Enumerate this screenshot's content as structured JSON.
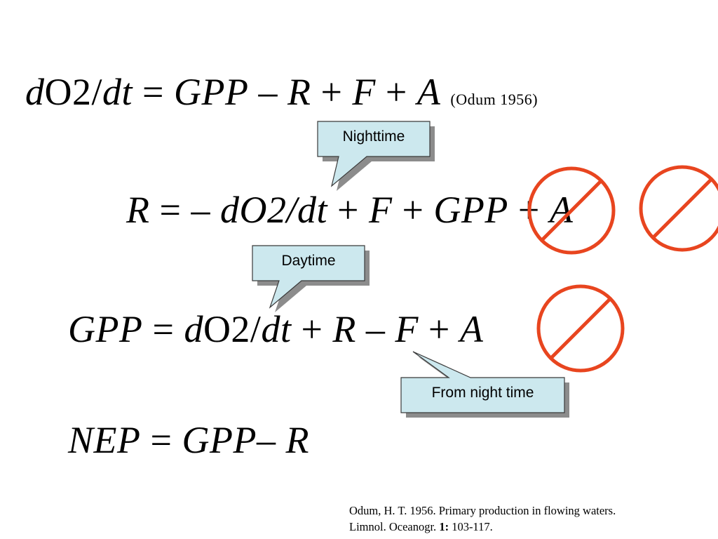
{
  "equations": {
    "eq1": {
      "d": "d",
      "o2": "O2/",
      "dt": "dt",
      "eq": " = ",
      "gpp": "GPP",
      "op1": " – ",
      "r": "R",
      "op2": " + ",
      "f": "F",
      "op3": " + ",
      "a": "A",
      "citation": "(Odum 1956)"
    },
    "eq2": {
      "r": "R",
      "eq": " = ",
      "op0": "– ",
      "do2dt": "dO2/dt",
      "op1": " + ",
      "f": "F",
      "op2": " + ",
      "gpp": "GPP",
      "op3": " + ",
      "a": "A"
    },
    "eq3": {
      "gpp": "GPP",
      "eq": " = ",
      "d": "d",
      "o2": "O2/",
      "dt": "dt",
      "op1": " + ",
      "r": "R",
      "op2": " – ",
      "f": "F",
      "op3": " + ",
      "a": "A"
    },
    "eq4": {
      "nep": "NEP",
      "eq": " = ",
      "gpp": "GPP",
      "op1": "– ",
      "r": "R"
    }
  },
  "callouts": {
    "nighttime": "Nighttime",
    "daytime": "Daytime",
    "from_night": "From night time"
  },
  "reference": {
    "line1": "Odum, H. T. 1956. Primary production in flowing waters.",
    "line2_pre": "Limnol. Oceanogr. ",
    "volume": "1:",
    "pages": " 103-117."
  },
  "colors": {
    "callout_fill": "#cce8ee",
    "callout_border": "#3a3a3a",
    "callout_shadow": "#8c8c8c",
    "prohibit_red": "#e8451f"
  },
  "icons": [
    "no-sign-icon"
  ]
}
